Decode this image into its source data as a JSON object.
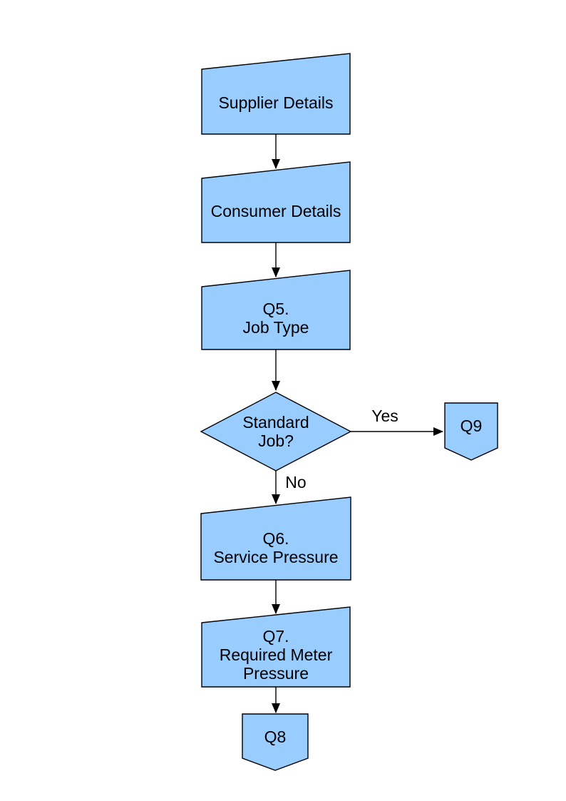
{
  "page": {
    "background": "#ffffff"
  },
  "colors": {
    "node_fill": "#99CCFF",
    "node_stroke": "#000000",
    "arrow": "#000000",
    "text": "#000000"
  },
  "nodes": {
    "supplier": {
      "type": "manual-input",
      "label": "Supplier Details"
    },
    "consumer": {
      "type": "manual-input",
      "label": "Consumer Details"
    },
    "q5": {
      "type": "manual-input",
      "line1": "Q5.",
      "line2": "Job Type"
    },
    "standard_job": {
      "type": "decision",
      "line1": "Standard",
      "line2": "Job?"
    },
    "q9": {
      "type": "off-page-connector",
      "label": "Q9"
    },
    "q6": {
      "type": "manual-input",
      "line1": "Q6.",
      "line2": "Service Pressure"
    },
    "q7": {
      "type": "manual-input",
      "line1": "Q7.",
      "line2": "Required Meter",
      "line3": "Pressure"
    },
    "q8": {
      "type": "off-page-connector",
      "label": "Q8"
    }
  },
  "edges": {
    "yes_label": "Yes",
    "no_label": "No"
  }
}
